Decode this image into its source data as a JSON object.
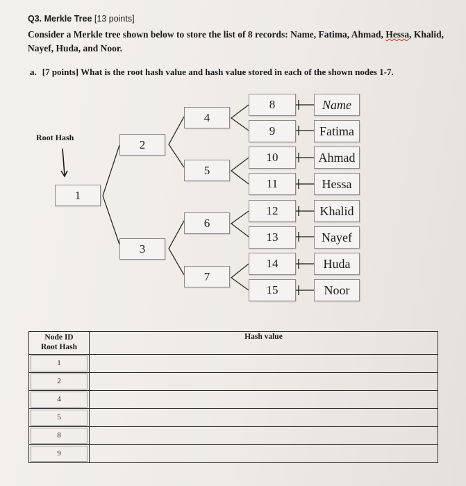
{
  "header": {
    "question_label": "Q3. Merkle Tree",
    "points": "[13 points]",
    "desc_line1_a": "Consider a Merkle tree shown below to store the list of 8 records: Name, Fatima, Ahmad, ",
    "desc_line1_b": "Hessa",
    "desc_line1_c": ", Khalid,",
    "desc_line2": "Nayef, Huda, and Noor.",
    "part_label": "a.",
    "part_text": "[7 points] What is the root hash value and hash value stored in each of the shown nodes 1-7."
  },
  "tree": {
    "root_hash_label": "Root Hash",
    "nodes": [
      "1",
      "2",
      "3",
      "4",
      "5",
      "6",
      "7"
    ],
    "leaves": [
      "8",
      "9",
      "10",
      "11",
      "12",
      "13",
      "14",
      "15"
    ],
    "records": [
      "Name",
      "Fatima",
      "Ahmad",
      "Hessa",
      "Khalid",
      "Nayef",
      "Huda",
      "Noor"
    ]
  },
  "table": {
    "header_node_id": "Node ID",
    "header_root_hash": "Root Hash",
    "header_hash_value": "Hash value",
    "rows": [
      "1",
      "2",
      "4",
      "5",
      "8",
      "9"
    ]
  }
}
